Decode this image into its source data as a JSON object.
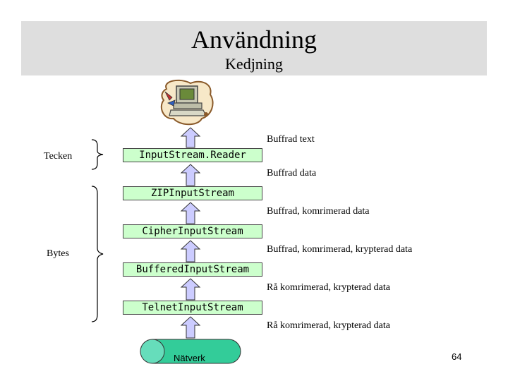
{
  "slide": {
    "title": "Användning",
    "subtitle": "Kedjning",
    "page_number": "64"
  },
  "groups": {
    "chars": "Tecken",
    "bytes": "Bytes"
  },
  "streams": [
    "InputStream.Reader",
    "ZIPInputStream",
    "CipherInputStream",
    "BufferedInputStream",
    "TelnetInputStream"
  ],
  "notes": [
    "Buffrad text",
    "Buffrad data",
    "Buffrad, komrimerad data",
    "Buffrad, komrimerad, krypterad data",
    "Rå komrimerad, krypterad data",
    "Rå komrimerad, krypterad data"
  ],
  "network": {
    "label": "Nätverk"
  },
  "icons": {
    "top": "computer-icon",
    "bottom": "network-cylinder-icon"
  },
  "colors": {
    "box_fill": "#ccffcc",
    "arrow_fill": "#ccccff",
    "network_fill": "#33cc99",
    "header_bg": "#dedede"
  }
}
